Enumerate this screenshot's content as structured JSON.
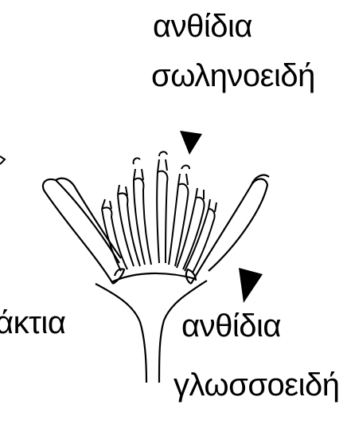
{
  "labels": {
    "tubular_line1": "ανθίδια",
    "tubular_line2": "σωληνοειδή",
    "ligulate_line1": "ανθίδια",
    "ligulate_line2": "γλωσσοειδή",
    "ray_fragment": "άκτια"
  },
  "colors": {
    "line": "#000000",
    "background": "#ffffff"
  }
}
